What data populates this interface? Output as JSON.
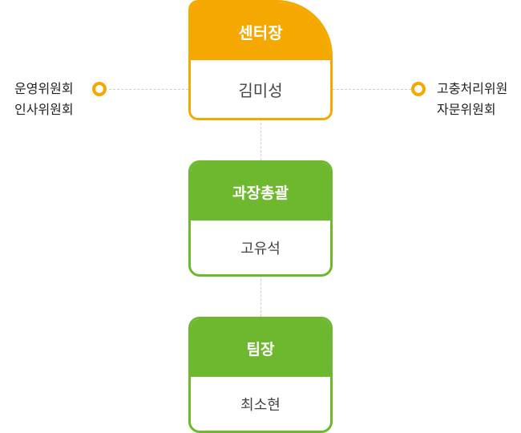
{
  "nodes": [
    {
      "title": "센터장",
      "name": "김미성"
    },
    {
      "title": "과장총괄",
      "name": "고유석"
    },
    {
      "title": "팀장",
      "name": "최소현"
    }
  ],
  "left_committees": [
    "운영위원회",
    "인사위원회"
  ],
  "right_committees": [
    "고충처리위원",
    "자문위원회"
  ],
  "colors": {
    "primary": "#f5a800",
    "secondary": "#6db82e",
    "connector": "#cfcfcf"
  }
}
